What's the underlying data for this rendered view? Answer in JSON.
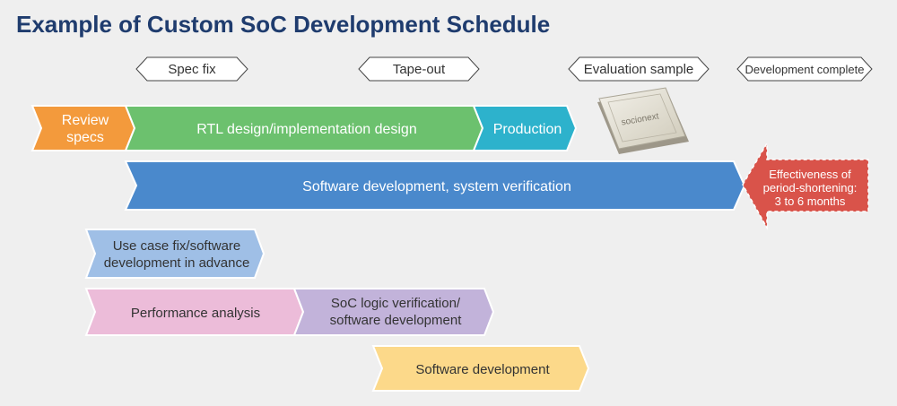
{
  "title": "Example of Custom SoC Development Schedule",
  "milestones": [
    {
      "label": "Spec fix"
    },
    {
      "label": "Tape-out"
    },
    {
      "label": "Evaluation sample"
    },
    {
      "label": "Development complete"
    }
  ],
  "bars": {
    "review": {
      "line1": "Review",
      "line2": "specs",
      "color": "#f39a3c"
    },
    "rtl": {
      "label": "RTL design/implementation design",
      "color": "#6cc16e"
    },
    "production": {
      "label": "Production",
      "color": "#2db2cc"
    },
    "software_main": {
      "label": "Software development, system verification",
      "color": "#4a89cc"
    },
    "usecase": {
      "line1": "Use case fix/software",
      "line2": "development in advance",
      "color": "#9fbfe6"
    },
    "performance": {
      "label": "Performance analysis",
      "color": "#ecbcd9"
    },
    "soc": {
      "line1": "SoC logic verification/",
      "line2": "software development",
      "color": "#c2b3da"
    },
    "software_dev": {
      "label": "Software development",
      "color": "#fcd98a"
    }
  },
  "callout": {
    "line1": "Effectiveness of",
    "line2": "period-shortening:",
    "line3": "3 to 6 months",
    "color": "#d9534a"
  },
  "chip": {
    "label": "socionext"
  }
}
